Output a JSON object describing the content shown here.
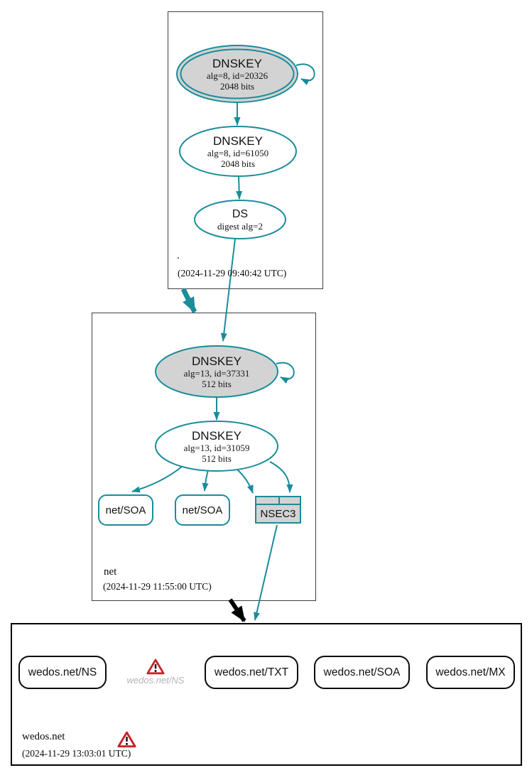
{
  "colors": {
    "secure": "#1a8c9a",
    "node_fill": "#d3d3d3",
    "warning_red": "#cc2229",
    "faded_text": "#b5b5b5"
  },
  "zones": {
    "root": {
      "name": ".",
      "timestamp": "(2024-11-29 09:40:42 UTC)",
      "ksk": {
        "title": "DNSKEY",
        "detail1": "alg=8, id=20326",
        "detail2": "2048 bits"
      },
      "zsk": {
        "title": "DNSKEY",
        "detail1": "alg=8, id=61050",
        "detail2": "2048 bits"
      },
      "ds": {
        "title": "DS",
        "detail1": "digest alg=2"
      }
    },
    "net": {
      "name": "net",
      "timestamp": "(2024-11-29 11:55:00 UTC)",
      "ksk": {
        "title": "DNSKEY",
        "detail1": "alg=13, id=37331",
        "detail2": "512 bits"
      },
      "zsk": {
        "title": "DNSKEY",
        "detail1": "alg=13, id=31059",
        "detail2": "512 bits"
      },
      "soa1": {
        "label": "net/SOA"
      },
      "soa2": {
        "label": "net/SOA"
      },
      "nsec3": {
        "label": "NSEC3"
      }
    },
    "wedos": {
      "name": "wedos.net",
      "timestamp": "(2024-11-29 13:03:01 UTC)",
      "rrsets": [
        {
          "label": "wedos.net/NS"
        },
        {
          "label": "wedos.net/TXT"
        },
        {
          "label": "wedos.net/SOA"
        },
        {
          "label": "wedos.net/MX"
        }
      ],
      "warning_rrset": {
        "label": "wedos.net/NS"
      }
    }
  }
}
